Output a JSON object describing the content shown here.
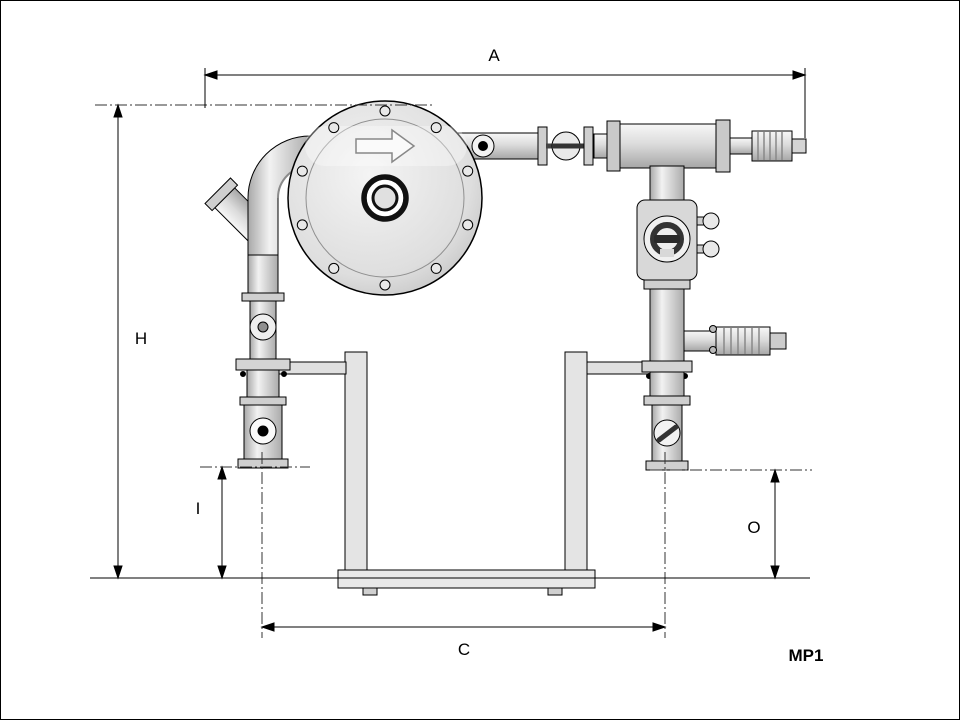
{
  "diagram": {
    "model_label": "MP1",
    "dimensions": {
      "a": "A",
      "h": "H",
      "i": "I",
      "c": "C",
      "o": "O"
    },
    "colors": {
      "line": "#000000",
      "metal_light": "#f4f4f4",
      "metal_mid": "#d6d6d6",
      "metal_dark": "#a0a0a0",
      "background": "#ffffff"
    }
  }
}
